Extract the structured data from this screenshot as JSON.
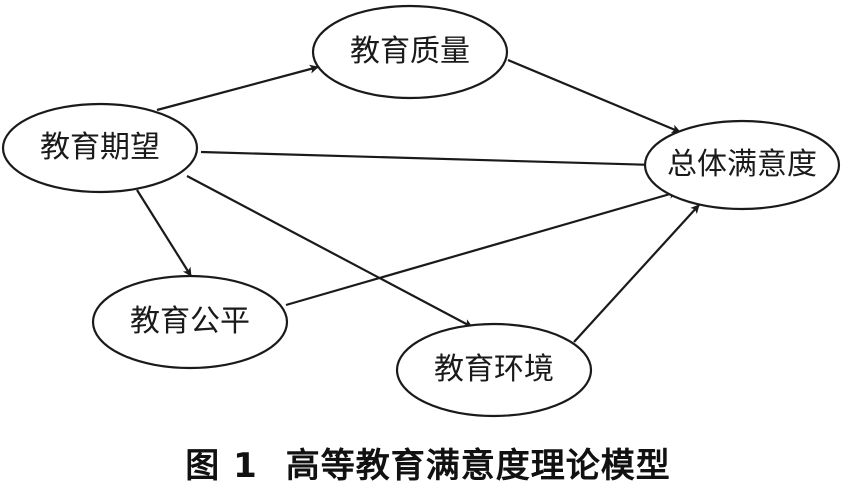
{
  "diagram": {
    "nodes": [
      {
        "id": "expectation",
        "label": "教育期望"
      },
      {
        "id": "quality",
        "label": "教育质量"
      },
      {
        "id": "satisfaction",
        "label": "总体满意度"
      },
      {
        "id": "equity",
        "label": "教育公平"
      },
      {
        "id": "environment",
        "label": "教育环境"
      }
    ],
    "edges": [
      {
        "from": "expectation",
        "to": "quality"
      },
      {
        "from": "expectation",
        "to": "satisfaction"
      },
      {
        "from": "expectation",
        "to": "equity"
      },
      {
        "from": "expectation",
        "to": "environment"
      },
      {
        "from": "quality",
        "to": "satisfaction"
      },
      {
        "from": "equity",
        "to": "satisfaction"
      },
      {
        "from": "environment",
        "to": "satisfaction"
      }
    ],
    "colors": {
      "stroke": "#1a1a1a",
      "text": "#1a1a1a"
    }
  },
  "caption": {
    "figure_number": "图 1",
    "title": "高等教育满意度理论模型"
  }
}
